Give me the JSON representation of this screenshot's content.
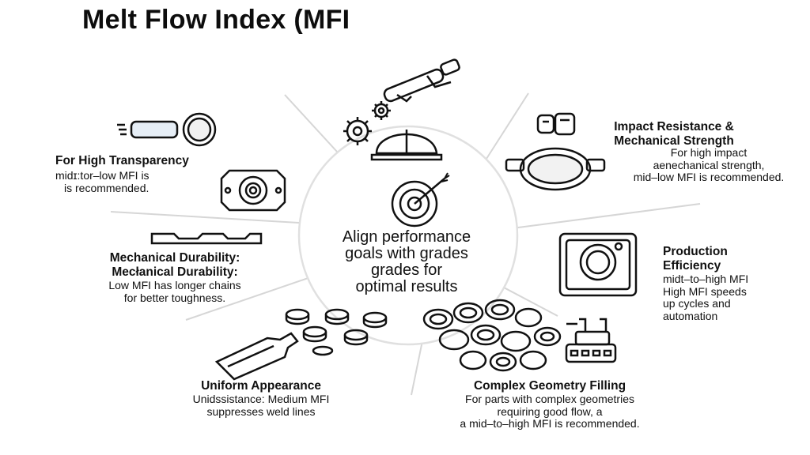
{
  "title": "Melt Flow Index (MFI",
  "hub": {
    "lines": [
      "Align performance",
      "goals with grades",
      "grades for",
      "optimal results"
    ]
  },
  "segments": {
    "transparency": {
      "heading": "For High Transparency",
      "body": [
        "midɪ:tor–low MFI is",
        "is recommended."
      ]
    },
    "impact": {
      "heading": [
        "Impact Resistance &",
        "Mechanical Strength"
      ],
      "body": [
        "For high impact",
        "aenechanical strength,",
        "mid–low MFI is recommended."
      ]
    },
    "durability": {
      "heading": [
        "Mechanical Durability:",
        "Mecłanical Durability:"
      ],
      "body": [
        "Low MFI has longer chains",
        "for better toughness."
      ]
    },
    "production": {
      "heading": [
        "Production",
        "Efficiency"
      ],
      "body": [
        "midt–to–high MFI",
        "High MFI speeds",
        "up cycles and",
        "automation"
      ]
    },
    "appearance": {
      "heading": "Uniform Appearance",
      "body": [
        "Unidssistance: Medium MFI",
        "suppresses weld lines"
      ]
    },
    "geometry": {
      "heading": "Complex Geometry Filling",
      "body": [
        "For parts with complex geometries",
        "requiring good flow, a",
        "a mid–to–high MFI is recommended."
      ]
    }
  },
  "icons": [
    "screwdriver-tool-icon",
    "gears-icon",
    "hard-hat-icon",
    "flashlight-icon",
    "gasket-ring-icon",
    "pipe-clamp-icon",
    "target-icon",
    "machined-bar-icon",
    "washing-machine-icon",
    "bottle-caps-icon",
    "bottle-icon",
    "pellets-icon",
    "connector-icon"
  ],
  "colors": {
    "ink": "#111111",
    "divider": "#d4d4d4",
    "hub_ring": "#e2e2e2"
  }
}
